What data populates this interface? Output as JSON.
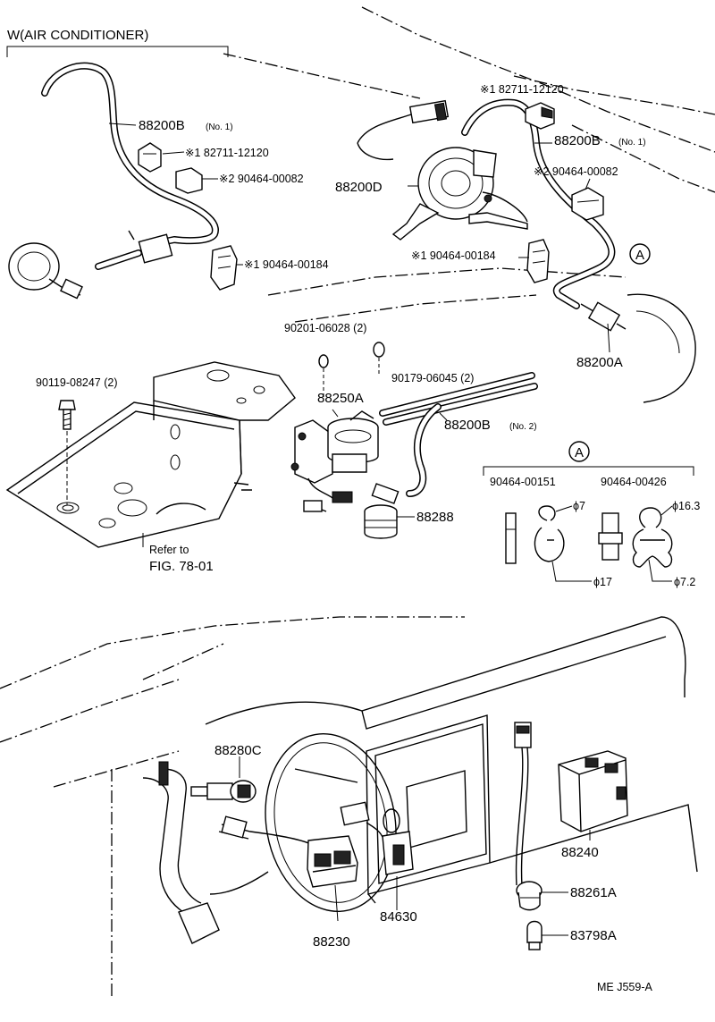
{
  "header": {
    "variant": "W(AIR CONDITIONER)"
  },
  "labels": {
    "hose_upper_left": "88200B",
    "hose_upper_left_note": "(No. 1)",
    "hose_upper_right": "88200B",
    "hose_upper_right_note": "(No. 1)",
    "hose_middle": "88200B",
    "hose_middle_note": "(No. 2)",
    "actuator": "88200D",
    "connector": "88200A",
    "valve": "88250A",
    "sensor": "88288",
    "bolt": "90119-08247 (2)",
    "washer_1": "90201-06028 (2)",
    "washer_2": "90179-06045 (2)",
    "refer_line1": "Refer to",
    "refer_line2": "FIG. 78-01",
    "switch_brake": "88280C",
    "computer": "88240",
    "socket": "88261A",
    "bulb": "83798A",
    "switch_main": "88230",
    "switch_cancel": "84630"
  },
  "clip_parts": {
    "clip_a_left": "※1 82711-12120",
    "clip_b_left": "※2 90464-00082",
    "clip_c_left": "※1 90464-00184",
    "clip_a_right": "※1 82711-12120",
    "clip_b_right": "※2 90464-00082",
    "clip_c_right": "※1 90464-00184"
  },
  "detail_a": {
    "marker": "A",
    "marker_ref": "A",
    "part_left": "90464-00151",
    "part_right": "90464-00426",
    "dim_left_top": "ϕ7",
    "dim_left_bottom": "ϕ17",
    "dim_right_top": "ϕ16.3",
    "dim_right_bottom": "ϕ7.2"
  },
  "footer": {
    "code": "ME  J559-A"
  }
}
